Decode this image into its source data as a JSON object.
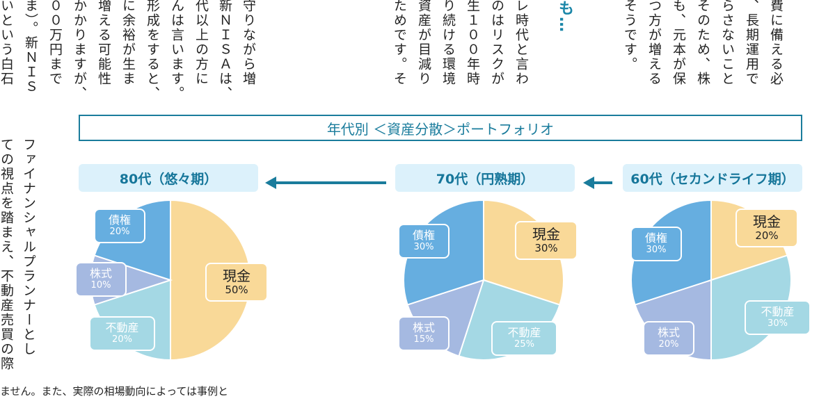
{
  "text_top_left": [
    "守りながら増",
    "新ＮＩＳＡは、",
    "代以上の方に",
    "んは言います。",
    "形成をすると、",
    "に余裕が生ま",
    "増える可能性",
    "かかりますが、",
    "００万円まで",
    "ま）。新ＮＩＳ",
    "いという白石"
  ],
  "text_top_middle": [
    "レ時代と言わ",
    "のはリスクが",
    "生１００年時",
    "り続ける環境",
    "資産が目減り",
    "ためです。そ"
  ],
  "heading_fragment": "も…",
  "text_top_right": [
    "費に備える必",
    "、長期運用で",
    "らさないこと",
    "そのため、株",
    "も、元本が保",
    "つ方が増える",
    "そうです。"
  ],
  "text_lower_left": [
    "ファイナンシャルプランナーとし",
    "ての視点を踏まえ、不動産売買の際"
  ],
  "text_bottom": "ません。また、実際の相場動向によっては事例と",
  "figure_title": "年代別 ＜資産分散＞ポートフォリオ",
  "colors": {
    "現金": "#f9d998",
    "債権": "#66aee0",
    "株式": "#a5b9e1",
    "不動産": "#a4d8e4",
    "accent": "#1a7c9c"
  },
  "chart_data": [
    {
      "type": "pie",
      "title": "80代（悠々期）",
      "slices": [
        {
          "label": "現金",
          "value": 50
        },
        {
          "label": "不動産",
          "value": 20
        },
        {
          "label": "株式",
          "value": 10
        },
        {
          "label": "債権",
          "value": 20
        }
      ]
    },
    {
      "type": "pie",
      "title": "70代（円熟期）",
      "slices": [
        {
          "label": "現金",
          "value": 30
        },
        {
          "label": "不動産",
          "value": 25
        },
        {
          "label": "株式",
          "value": 15
        },
        {
          "label": "債権",
          "value": 30
        }
      ]
    },
    {
      "type": "pie",
      "title": "60代（セカンドライフ期）",
      "slices": [
        {
          "label": "現金",
          "value": 20
        },
        {
          "label": "不動産",
          "value": 30
        },
        {
          "label": "株式",
          "value": 20
        },
        {
          "label": "債権",
          "value": 30
        }
      ]
    }
  ]
}
